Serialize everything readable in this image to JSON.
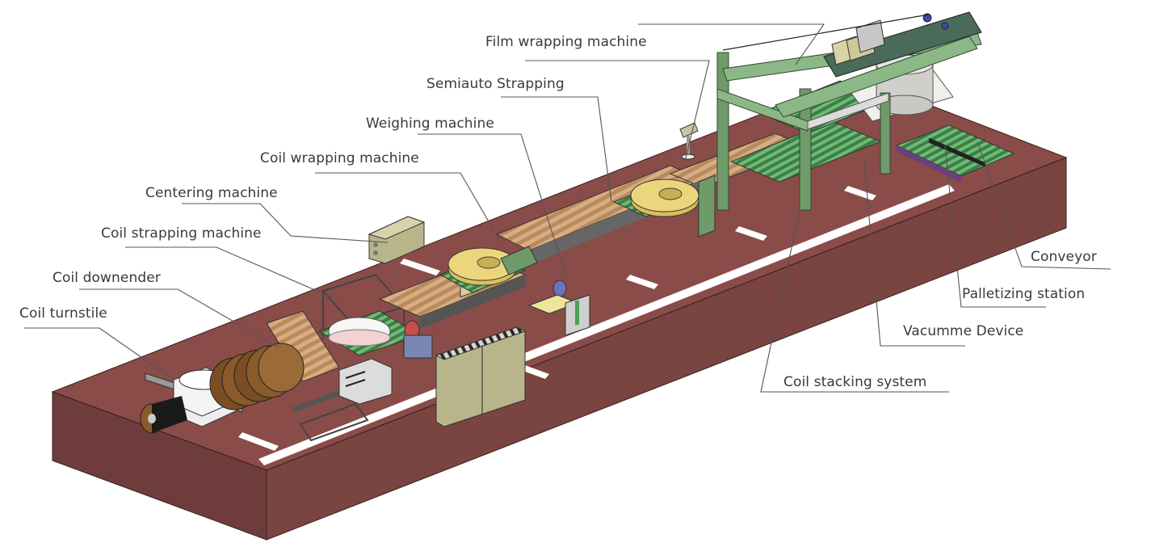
{
  "diagram": {
    "title": "Coil packing line layout",
    "colors": {
      "platform_top": "#8a4c49",
      "platform_side_left": "#6e3d3b",
      "platform_side_right": "#7a4441",
      "floor_marking": "#ffffff",
      "roller_wood": "#c99a6b",
      "frame_green": "#6f9a6a",
      "conveyor_green": "#5fae69",
      "coil_yellow": "#e6cf72",
      "cabinet_khaki": "#b9b58a",
      "coil_brown": "#8a5a2b",
      "label_text": "#3a3a3a",
      "leader_line": "#555555"
    },
    "labels": [
      {
        "id": "film-wrapping-machine",
        "text": "Film wrapping machine"
      },
      {
        "id": "semiauto-strapping",
        "text": "Semiauto Strapping"
      },
      {
        "id": "weighing-machine",
        "text": "Weighing machine"
      },
      {
        "id": "coil-wrapping-machine",
        "text": "Coil wrapping machine"
      },
      {
        "id": "centering-machine",
        "text": "Centering machine"
      },
      {
        "id": "coil-strapping-machine",
        "text": "Coil strapping machine"
      },
      {
        "id": "coil-downender",
        "text": "Coil downender"
      },
      {
        "id": "coil-turnstile",
        "text": "Coil turnstile"
      },
      {
        "id": "conveyor",
        "text": "Conveyor"
      },
      {
        "id": "palletizing-station",
        "text": "Palletizing station"
      },
      {
        "id": "vacumme-device",
        "text": "Vacumme Device"
      },
      {
        "id": "coil-stacking-system",
        "text": "Coil stacking system"
      }
    ]
  }
}
